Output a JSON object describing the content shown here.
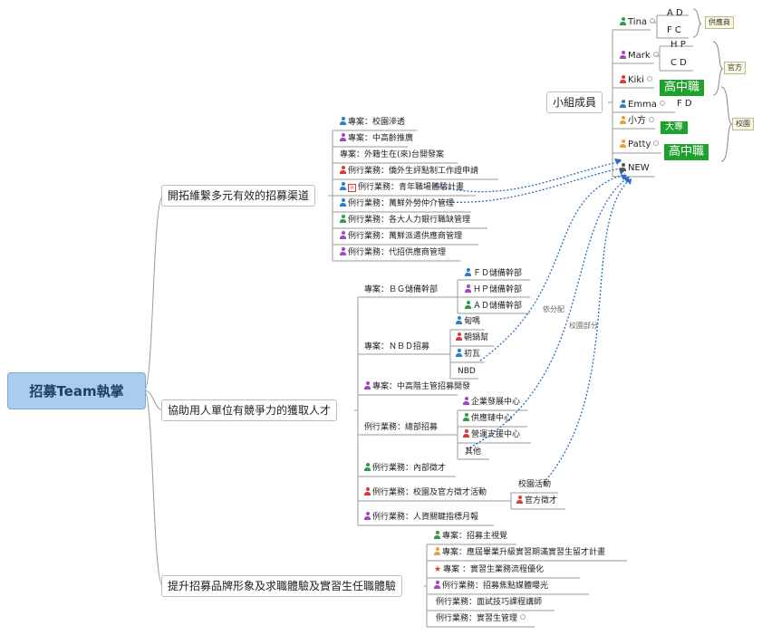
{
  "root": "招募Team執掌",
  "team": {
    "label": "小組成員",
    "members": {
      "tina": "Tina",
      "mark": "Mark",
      "kiki": "Kiki",
      "emma": "Emma",
      "xiaofang": "小方",
      "patty": "Patty",
      "new": "NEW"
    },
    "tina_roles": [
      "A D",
      "F C"
    ],
    "mark_roles": [
      "H P",
      "C D"
    ],
    "emma_role": "F D",
    "kiki_tag": "高中職",
    "xiaofang_tag": "大專",
    "patty_tag": "高中職",
    "groups": {
      "supplier": "供應商",
      "official": "官方",
      "campus": "校園"
    }
  },
  "branch1": {
    "label": "開拓維繫多元有效的招募渠道",
    "items": [
      "專案：校園滲透",
      "專案：中高齡推廣",
      "專案：外籍生在(來)台開發案",
      "例行業務：僑外生評點制工作證申請",
      "例行業務：青年職場體驗計畫",
      "例行業務：萬鮮外勞仲介管理",
      "例行業務：各大人力銀行職缺管理",
      "例行業務：萬鮮派遣供應商管理",
      "例行業務：代招供應商管理"
    ]
  },
  "branch2": {
    "label": "協助用人單位有競爭力的獲取人才",
    "bg": {
      "label": "專案：ＢＧ儲備幹部",
      "items": [
        "ＦＤ儲備幹部",
        "ＨＰ儲備幹部",
        "ＡＤ儲備幹部"
      ]
    },
    "nbd": {
      "label": "專案：ＮＢＤ招募",
      "items": [
        "甸嗎",
        "朝鍋幫",
        "初瓦",
        "NBD"
      ]
    },
    "mid": "專案：中高階主管招募開發",
    "hq": {
      "label": "例行業務：總部招募",
      "items": [
        "企業發展中心",
        "供應鏈中心",
        "營運支援中心",
        "其他"
      ]
    },
    "internal": "例行業務：內部徵才",
    "campus": {
      "label": "例行業務：校園及官方徵才活動",
      "items": [
        "校園活動",
        "官方徵才"
      ]
    },
    "report": "例行業務：人資關鍵指標月報"
  },
  "branch3": {
    "label": "提升招募品牌形象及求職體驗及實習生任職體驗",
    "items": [
      "專案：招募主視覺",
      "專案：應屆畢業升級實習期滿實習生留才計畫",
      "專案 ：實習生業務流程優化",
      "例行業務：招募焦點媒體曝光",
      "例行業務：面試技巧課程講師",
      "例行業務：實習生管理"
    ]
  },
  "relations": {
    "assign": "依分配",
    "campus_part": "校園部分"
  },
  "colors": {
    "root_fill": "#a9cdee",
    "relation": "#2b6cc4",
    "badge": "#1fa12e"
  }
}
